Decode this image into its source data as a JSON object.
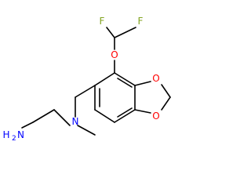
{
  "molecule": {
    "colors": {
      "bond": "#000000",
      "oxygen": "#ff0000",
      "nitrogen": "#0000ff",
      "fluorine": "#80a21d"
    },
    "labels": {
      "f_left": "F",
      "f_right": "F",
      "o_ether": "O",
      "o_ring_top": "O",
      "o_ring_bottom": "O",
      "n_tertiary": "N",
      "amine_main": "H",
      "amine_sub": "2",
      "amine_n": "N"
    }
  }
}
